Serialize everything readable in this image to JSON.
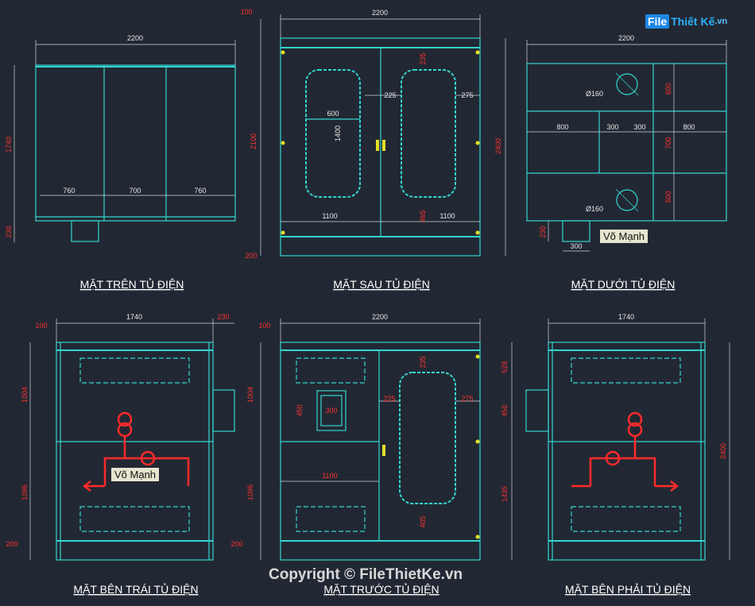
{
  "logo": {
    "prefix": "File",
    "name": "Thiết Kế",
    "suffix": ".vn"
  },
  "copyright": "Copyright © FileThietKe.vn",
  "tags": {
    "author_1": "Võ Mạnh",
    "author_2": "Võ Mạnh"
  },
  "colors": {
    "background": "#222833",
    "outline": "#33d6d0",
    "dimension": "#ff3030",
    "symbol": "#ff2a2a"
  },
  "views": {
    "top": {
      "title": "MẶT TRÊN TỦ ĐIỆN",
      "dims": {
        "width": "2200",
        "height": "1740",
        "base": "230",
        "seg1": "760",
        "seg2": "700",
        "seg3": "760"
      }
    },
    "back": {
      "title": "MẶT SAU TỦ ĐIỆN",
      "dims": {
        "width": "2200",
        "top": "100",
        "height": "2100",
        "total": "2400",
        "base": "200",
        "w600": "600",
        "h1400": "1400",
        "d225": "225",
        "d275": "275",
        "d235": "235",
        "w1100a": "1100",
        "w1100b": "1100",
        "d465": "465"
      }
    },
    "bottom": {
      "title": "MẶT DƯỚI TỦ ĐIỆN",
      "dims": {
        "width": "2200",
        "hole1": "Ø160",
        "hole2": "Ø160",
        "h600": "600",
        "h700": "700",
        "h500": "500",
        "w800a": "800",
        "w300a": "300",
        "w300b": "300",
        "w800b": "800",
        "base": "230",
        "w300c": "300"
      }
    },
    "left": {
      "title": "MẶT BÊN TRÁI TỦ ĐIỆN",
      "dims": {
        "width": "1740",
        "top": "100",
        "side": "230",
        "h1004": "1004",
        "h1096": "1096",
        "base": "200"
      }
    },
    "front": {
      "title": "MẶT TRƯỚC TỦ ĐIỆN",
      "dims": {
        "width": "2200",
        "top": "100",
        "h1004": "1004",
        "h1096": "1096",
        "base": "200",
        "h450": "450",
        "w300": "300",
        "d225": "225",
        "d275": "275",
        "d235": "235",
        "w1100": "1100",
        "d405": "405"
      }
    },
    "right": {
      "title": "MẶT BÊN PHẢI TỦ ĐIỆN",
      "dims": {
        "width": "1740",
        "h528": "528",
        "h450": "450",
        "h1435": "1435",
        "total": "2400"
      }
    }
  }
}
